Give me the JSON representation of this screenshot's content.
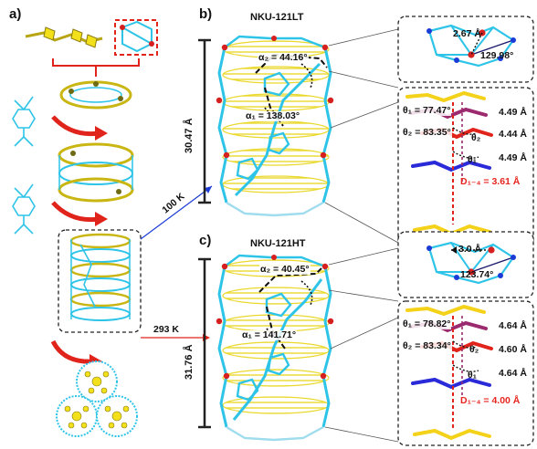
{
  "panels": {
    "a": "a)",
    "b": "b)",
    "c": "c)"
  },
  "titles": {
    "b": "NKU-121LT",
    "c": "NKU-121HT"
  },
  "temps": {
    "low": "100 K",
    "high": "293 K"
  },
  "b": {
    "height": "30.47 Å",
    "alpha2": "α₂ = 44.16°",
    "alpha1": "α₁ = 138.03°",
    "dist": "2.67 Å",
    "angle": "129.98°",
    "theta1": "θ₁ = 77.47°",
    "theta2": "θ₂ = 83.35°",
    "theta2_short": "θ₂",
    "theta1_short": "θ₁",
    "d1": "4.49 Å",
    "d2": "4.44 Å",
    "d3": "4.49 Å",
    "dcentroid": "D₁₋₄ = 3.61 Å"
  },
  "c": {
    "height": "31.76 Å",
    "alpha2": "α₂ = 40.45°",
    "alpha1": "α₁ = 141.71°",
    "dist": "3.0 Å",
    "angle": "123.74°",
    "theta1": "θ₁ = 78.82°",
    "theta2": "θ₂ = 83.34°",
    "theta2_short": "θ₂",
    "theta1_short": "θ₁",
    "d1": "4.64 Å",
    "d2": "4.60 Å",
    "d3": "4.64 Å",
    "dcentroid": "D₁₋₄ = 4.00 Å"
  },
  "colors": {
    "framework": "#2ec4e8",
    "ligand": "#f2e01a",
    "metal": "#d62020",
    "guest_yellow": "#f4d21a",
    "guest_purple": "#9b2a6e",
    "guest_red": "#e0241c",
    "guest_blue": "#2a2ad8",
    "arrow_blue": "#1a3bd6",
    "arrow_red": "#e0241c"
  }
}
